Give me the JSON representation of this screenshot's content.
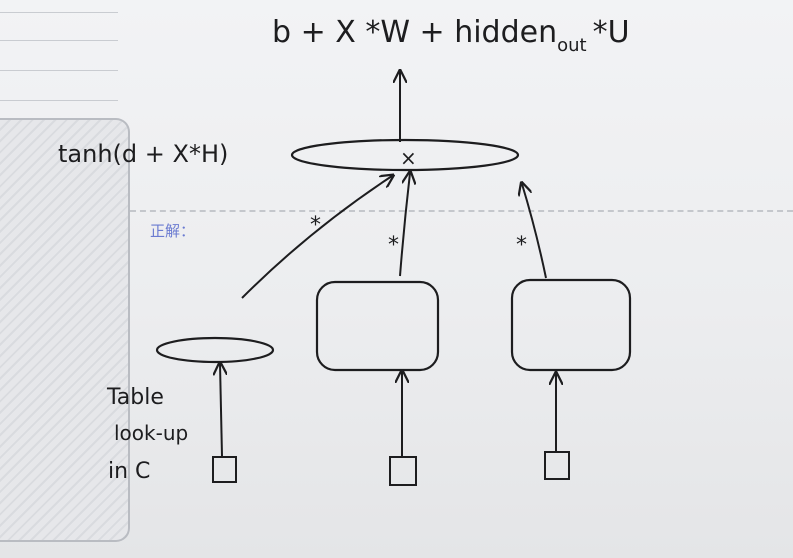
{
  "page_label": "正解：",
  "formula": {
    "main": "b + X *W + hidden",
    "subscript": "out",
    "suffix": "*U"
  },
  "tanh_label": "tanh(d + X*H)",
  "multiply_symbol": "×",
  "edge_marks": [
    "*",
    "*",
    "*"
  ],
  "lookup_label": {
    "line1": "Table",
    "line2": "look-up",
    "line3": "in  C"
  },
  "colors": {
    "ink": "#1d1d1f",
    "label": "#6b7bd1"
  }
}
